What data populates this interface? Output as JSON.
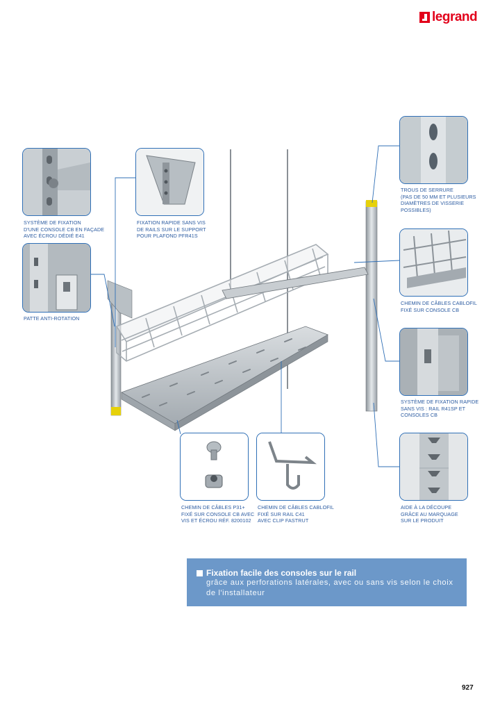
{
  "brand": {
    "name": "legrand",
    "color": "#e2001a"
  },
  "captions": {
    "fixation_console_facade": [
      "SYSTÈME DE FIXATION",
      "D'UNE CONSOLE CB EN FAÇADE",
      "AVEC ÉCROU DÉDIÉ E41"
    ],
    "fixation_rapide_plafond": [
      "FIXATION RAPIDE SANS VIS",
      "DE RAILS SUR LE SUPPORT",
      "POUR PLAFOND PFR41S"
    ],
    "patte_anti_rotation": [
      "PATTE ANTI-ROTATION"
    ],
    "trous_serrure": [
      "TROUS DE SERRURE",
      "(PAS DE 50 MM ET PLUSIEURS",
      "DIAMÈTRES DE VISSERIE",
      "POSSIBLES)"
    ],
    "chemin_cablofil_console": [
      "CHEMIN DE CÂBLES CABLOFIL",
      "FIXÉ SUR CONSOLE CB"
    ],
    "fixation_rapide_rail": [
      "SYSTÈME DE FIXATION RAPIDE",
      "SANS VIS : RAIL R41SP ET",
      "CONSOLES CB"
    ],
    "chemin_p31": [
      "CHEMIN DE CÂBLES P31+",
      "FIXÉ SUR CONSOLE CB AVEC",
      "VIS ET ÉCROU RÉF. 8200102"
    ],
    "chemin_cablofil_rail": [
      "CHEMIN DE CÂBLES CABLOFIL",
      "FIXÉ SUR RAIL C41",
      "AVEC CLIP FASTRUT"
    ],
    "aide_decoupe": [
      "AIDE À LA DÉCOUPE",
      "GRÂCE AU MARQUAGE",
      "SUR LE PRODUIT"
    ]
  },
  "banner": {
    "title": "Fixation facile des consoles sur le rail",
    "text": "grâce aux perforations latérales, avec ou sans vis selon le choix de l'installateur"
  },
  "page_number": "927",
  "colors": {
    "callout_border": "#2f6fb6",
    "caption": "#2a5aa0",
    "banner": "#6c98c9"
  }
}
